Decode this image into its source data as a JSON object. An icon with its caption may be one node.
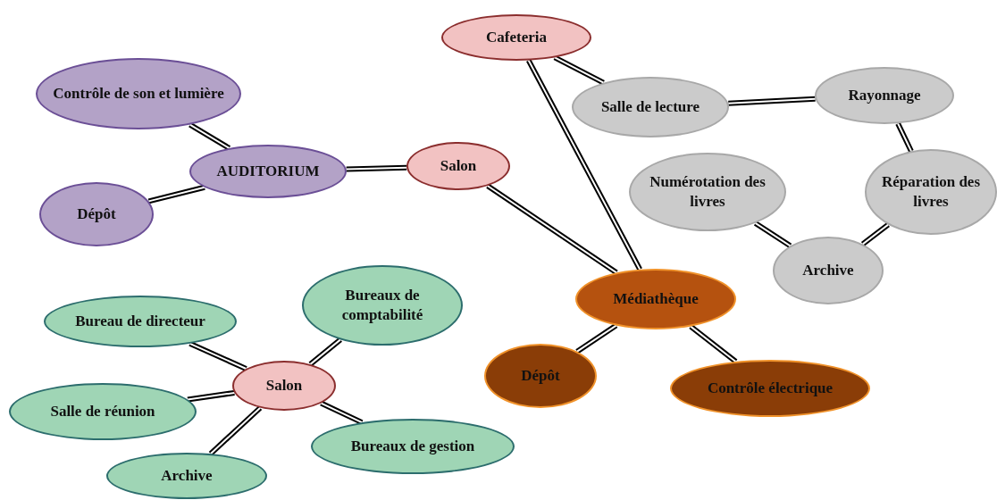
{
  "diagram": {
    "nodes": [
      {
        "text": [
          "Cafeteria"
        ]
      },
      {
        "text": [
          "Contrôle de son et lumière"
        ]
      },
      {
        "text": [
          "Salle de lecture"
        ]
      },
      {
        "text": [
          "Rayonnage"
        ]
      },
      {
        "text": [
          "AUDITORIUM"
        ]
      },
      {
        "text": [
          "Salon"
        ]
      },
      {
        "text": [
          "Numérotation des livres"
        ]
      },
      {
        "text": [
          "Réparation des livres"
        ]
      },
      {
        "text": [
          "Dépôt"
        ]
      },
      {
        "text": [
          "Archive"
        ]
      },
      {
        "text": [
          "Bureaux de comptabilité"
        ]
      },
      {
        "text": [
          "Bureau de directeur"
        ]
      },
      {
        "text": [
          "Médiathèque"
        ]
      },
      {
        "text": [
          "Salon"
        ]
      },
      {
        "text": [
          "Dépôt"
        ]
      },
      {
        "text": [
          "Contrôle électrique"
        ]
      },
      {
        "text": [
          "Salle de réunion"
        ]
      },
      {
        "text": [
          "Bureaux de gestion"
        ]
      },
      {
        "text": [
          "Archive"
        ]
      }
    ],
    "edges": [
      {
        "from": 0,
        "to": 2,
        "arrow": "none"
      },
      {
        "from": 2,
        "to": 3,
        "arrow": "none"
      },
      {
        "from": 3,
        "to": 7,
        "arrow": "none"
      },
      {
        "from": 7,
        "to": 9,
        "arrow": "none"
      },
      {
        "from": 9,
        "to": 6,
        "arrow": "none"
      },
      {
        "from": 1,
        "to": 4,
        "arrow": "none"
      },
      {
        "from": 4,
        "to": 8,
        "arrow": "none"
      },
      {
        "from": 4,
        "to": 5,
        "arrow": "none"
      },
      {
        "from": 5,
        "to": 12,
        "arrow": "none"
      },
      {
        "from": 0,
        "to": 12,
        "arrow": "none"
      },
      {
        "from": 12,
        "to": 14,
        "arrow": "none"
      },
      {
        "from": 12,
        "to": 15,
        "arrow": "none"
      },
      {
        "from": 13,
        "to": 11,
        "arrow": "none"
      },
      {
        "from": 13,
        "to": 10,
        "arrow": "none"
      },
      {
        "from": 13,
        "to": 16,
        "arrow": "none"
      },
      {
        "from": 13,
        "to": 18,
        "arrow": "none"
      },
      {
        "from": 13,
        "to": 17,
        "arrow": "none"
      }
    ]
  }
}
